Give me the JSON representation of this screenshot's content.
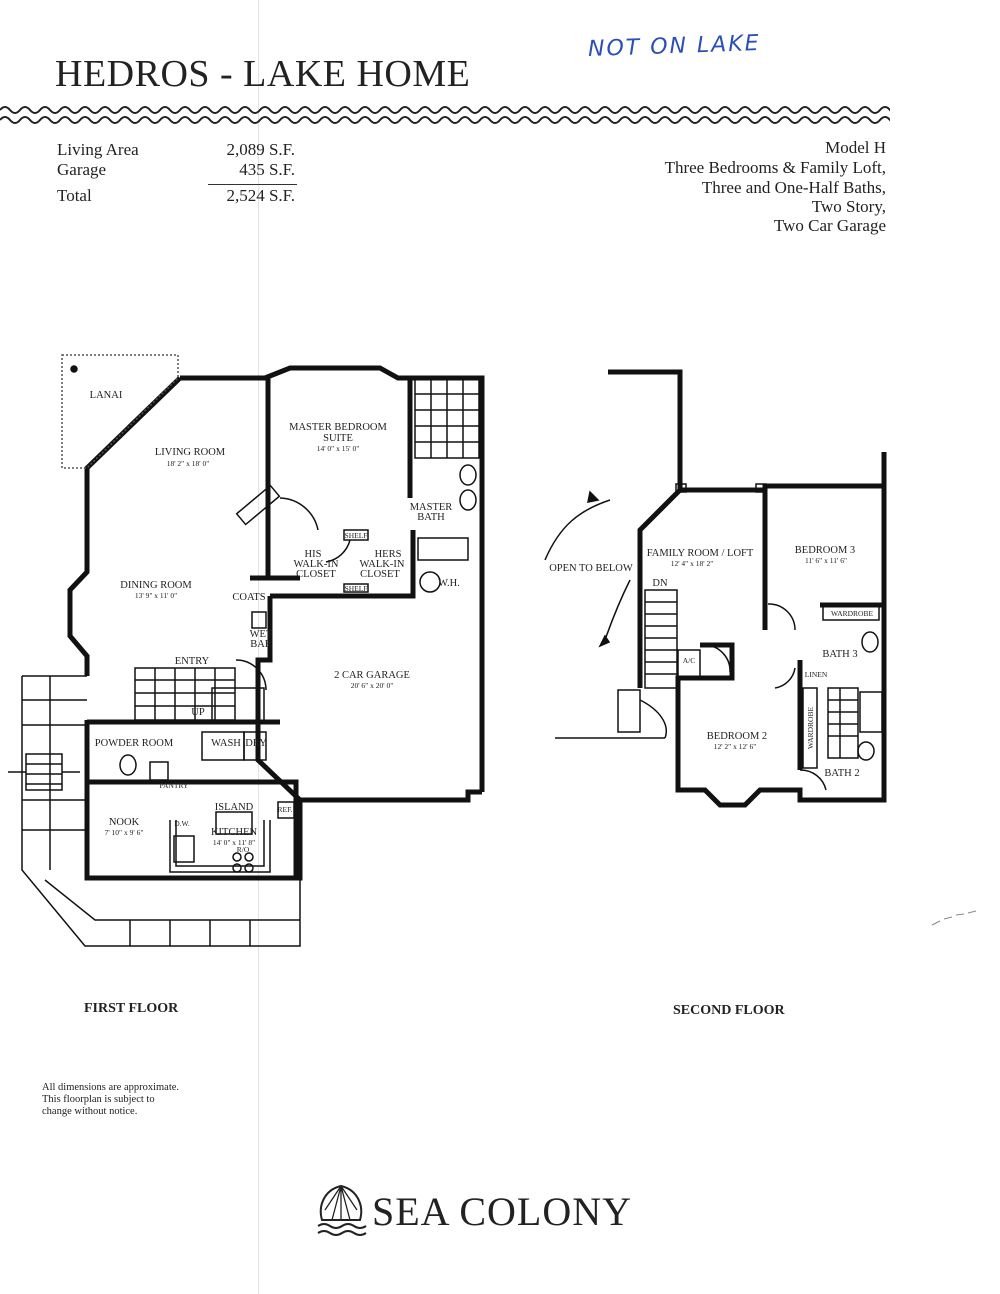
{
  "header": {
    "title": "HEDROS - LAKE HOME",
    "handwritten_note": "NOT ON LAKE"
  },
  "area_stats": [
    {
      "label": "Living Area",
      "value": "2,089 S.F."
    },
    {
      "label": "Garage",
      "value": "435 S.F."
    },
    {
      "label": "Total",
      "value": "2,524 S.F."
    }
  ],
  "model": [
    "Model H",
    "Three Bedrooms & Family Loft,",
    "Three and One-Half Baths,",
    "Two Story,",
    "Two Car Garage"
  ],
  "first_floor": {
    "title": "FIRST FLOOR",
    "rooms": {
      "lanai": "LANAI",
      "living_room": "LIVING ROOM",
      "living_room_dim": "18' 2\" x 18' 0\"",
      "master_bedroom_1": "MASTER BEDROOM",
      "master_bedroom_2": "SUITE",
      "master_bedroom_dim": "14' 0\" x 15' 0\"",
      "master_bath_1": "MASTER",
      "master_bath_2": "BATH",
      "his_closet_1": "HIS",
      "his_closet_2": "WALK-IN",
      "his_closet_3": "CLOSET",
      "hers_closet_1": "HERS",
      "hers_closet_2": "WALK-IN",
      "hers_closet_3": "CLOSET",
      "shelf": "SHELF",
      "wh": "W.H.",
      "dining_room": "DINING ROOM",
      "dining_room_dim": "13' 9\" x 11' 0\"",
      "coats": "COATS",
      "wet_bar_1": "WET",
      "wet_bar_2": "BAR",
      "entry": "ENTRY",
      "garage": "2 CAR GARAGE",
      "garage_dim": "20' 6\" x 20' 0\"",
      "up": "UP",
      "powder_room": "POWDER ROOM",
      "wash": "WASH",
      "dry": "DRY",
      "pantry": "PANTRY",
      "nook": "NOOK",
      "nook_dim": "7' 10\" x 9' 6\"",
      "island": "ISLAND",
      "dw": "D.W.",
      "ref": "REF.",
      "kitchen": "KITCHEN",
      "kitchen_dim": "14' 0\" x 11' 8\"",
      "ro": "R/O"
    }
  },
  "second_floor": {
    "title": "SECOND FLOOR",
    "rooms": {
      "open_to_below": "OPEN TO BELOW",
      "family_room": "FAMILY ROOM / LOFT",
      "family_room_dim": "12' 4\" x 18' 2\"",
      "dn": "DN",
      "bedroom3": "BEDROOM 3",
      "bedroom3_dim": "11' 6\" x 11' 6\"",
      "wardrobe": "WARDROBE",
      "bath3": "BATH 3",
      "linen": "LINEN",
      "ac": "A/C",
      "bedroom2": "BEDROOM 2",
      "bedroom2_dim": "12' 2\" x 12' 6\"",
      "wardrobe2": "WARDROBE",
      "bath2": "BATH 2"
    }
  },
  "disclaimer": [
    "All dimensions are approximate.",
    "This floorplan is subject to",
    "change without notice."
  ],
  "brand": {
    "name": "SEA COLONY",
    "logo_icon": "seashell-logo-icon"
  }
}
